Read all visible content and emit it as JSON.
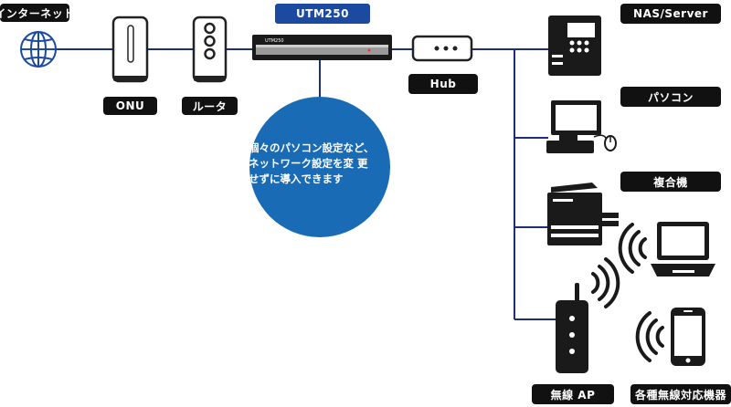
{
  "labels": {
    "internet": "インターネット",
    "onu": "ONU",
    "router": "ルータ",
    "utm": "UTM250",
    "hub": "Hub",
    "nas": "NAS/Server",
    "pc": "パソコン",
    "mfp": "複合機",
    "ap": "無線 AP",
    "wireless_devices": "各種無線対応機器"
  },
  "device_text": {
    "utm_front": "UTM250"
  },
  "bubble": {
    "line1": "個々のパソコン設定など、",
    "line2": "ネットワーク設定を変 更",
    "line3": "せずに導入できます"
  },
  "colors": {
    "line": "#1c2f7a",
    "label_bg": "#111111",
    "utm_label_bg": "#1b4aa0",
    "bubble": "#1a6bb5"
  }
}
